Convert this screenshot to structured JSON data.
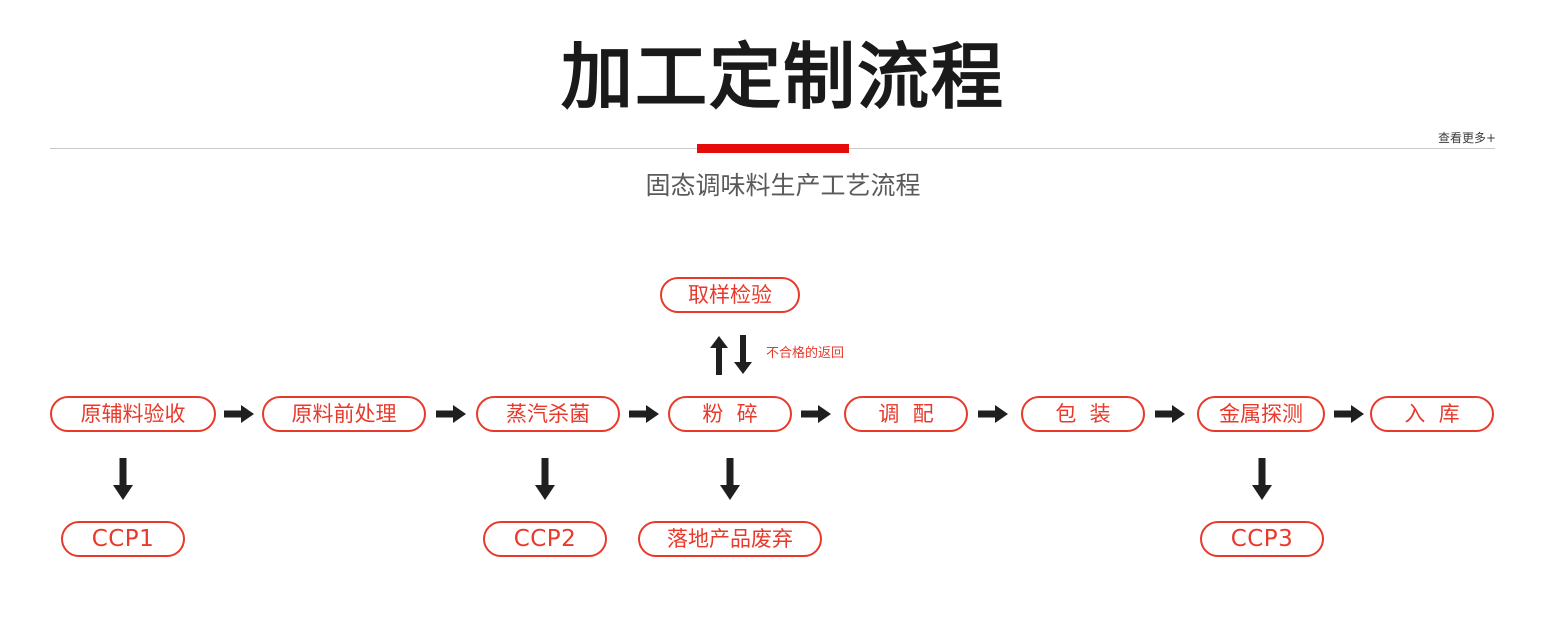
{
  "header": {
    "title": "加工定制流程",
    "subtitle": "固态调味料生产工艺流程",
    "more_link": "查看更多+",
    "accent_color": "#e60b0b",
    "rule_color": "#c9c9c9"
  },
  "diagram": {
    "type": "flowchart",
    "accent_color": "#e8392b",
    "arrow_color": "#1f1f1f",
    "main_chain": [
      {
        "id": "n1",
        "label": "原辅料验收"
      },
      {
        "id": "n2",
        "label": "原料前处理"
      },
      {
        "id": "n3",
        "label": "蒸汽杀菌"
      },
      {
        "id": "n4",
        "label": "粉  碎"
      },
      {
        "id": "n5",
        "label": "调  配"
      },
      {
        "id": "n6",
        "label": "包  装"
      },
      {
        "id": "n7",
        "label": "金属探测"
      },
      {
        "id": "n8",
        "label": "入  库"
      }
    ],
    "top_branch": {
      "label": "取样检验",
      "connects_to": "n4",
      "annotation": "不合格的返回",
      "arrows": [
        "up",
        "down"
      ]
    },
    "bottom_branches": [
      {
        "parent": "n1",
        "label": "CCP1"
      },
      {
        "parent": "n3",
        "label": "CCP2"
      },
      {
        "parent": "n4",
        "label": "落地产品废弃"
      },
      {
        "parent": "n7",
        "label": "CCP3"
      }
    ]
  }
}
